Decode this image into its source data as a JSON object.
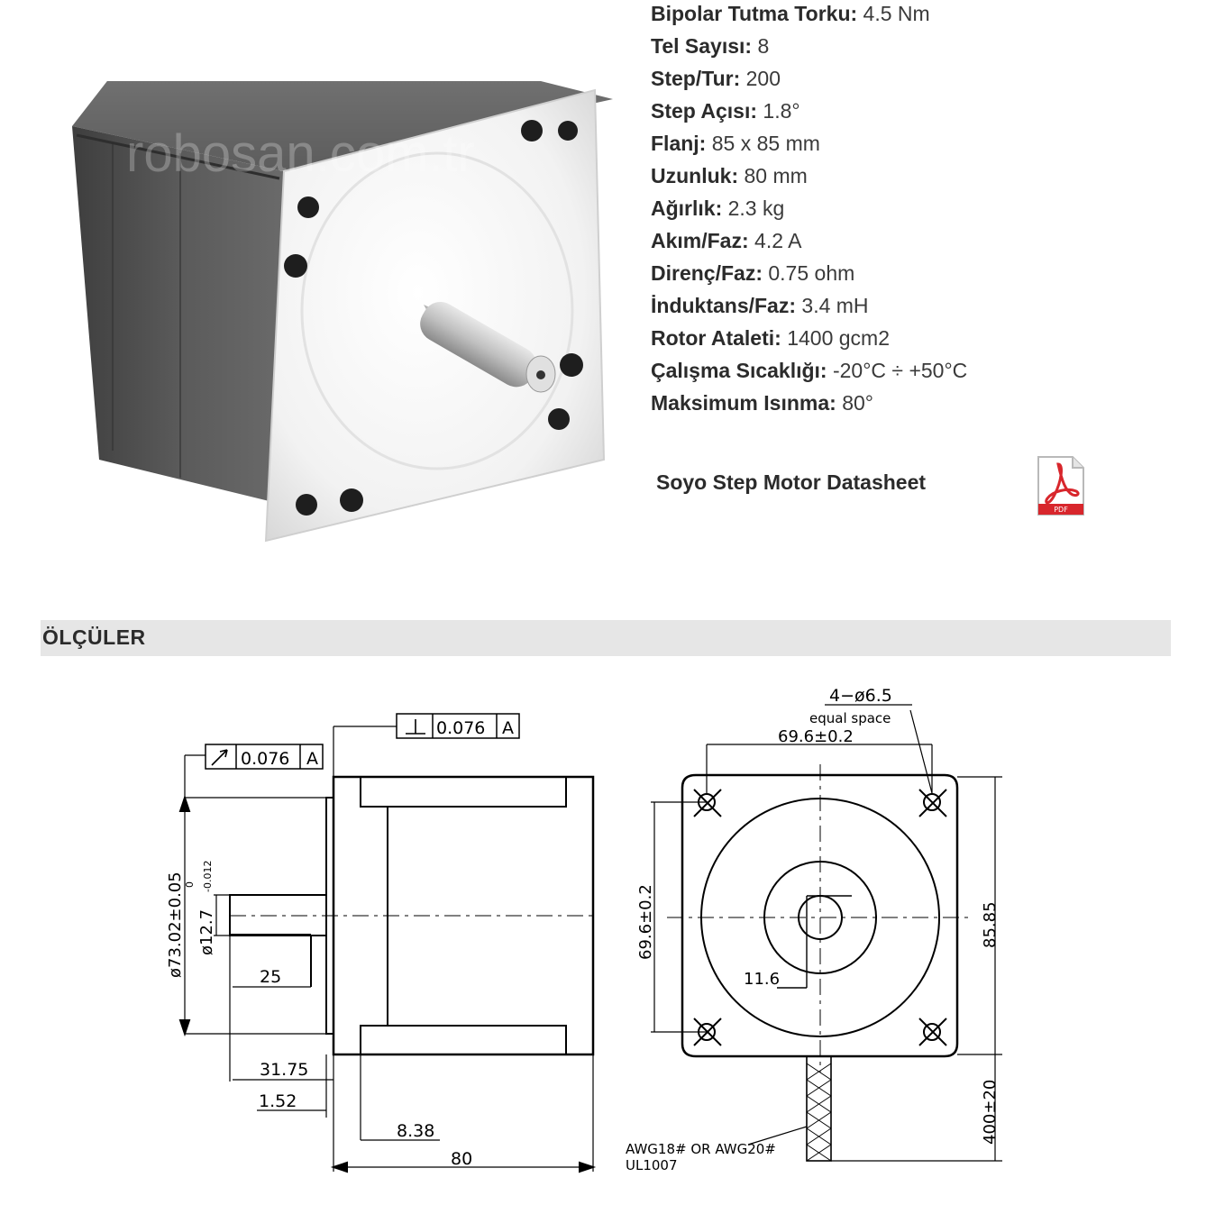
{
  "specs": [
    {
      "label": "Bipolar Tutma Torku:",
      "value": "4.5 Nm"
    },
    {
      "label": "Tel Sayısı:",
      "value": "8"
    },
    {
      "label": "Step/Tur:",
      "value": "200"
    },
    {
      "label": "Step Açısı:",
      "value": "1.8°"
    },
    {
      "label": "Flanj:",
      "value": "85 x 85 mm"
    },
    {
      "label": "Uzunluk:",
      "value": "80 mm"
    },
    {
      "label": "Ağırlık:",
      "value": "2.3 kg"
    },
    {
      "label": "Akım/Faz:",
      "value": "4.2 A"
    },
    {
      "label": "Direnç/Faz:",
      "value": "0.75 ohm"
    },
    {
      "label": "İnduktans/Faz:",
      "value": "3.4 mH"
    },
    {
      "label": "Rotor Ataleti:",
      "value": "1400 gcm2"
    },
    {
      "label": "Çalışma Sıcaklığı:",
      "value": "-20°C ÷ +50°C"
    },
    {
      "label": "Maksimum Isınma:",
      "value": "80°"
    }
  ],
  "photo": {
    "watermark": "robosan.com.tr"
  },
  "datasheet": {
    "label": "Soyo Step Motor Datasheet",
    "icon": "pdf-file-icon",
    "icon_text": "PDF"
  },
  "section": {
    "title": "ÖLÇÜLER"
  },
  "drawing": {
    "tol_runout": "0.076",
    "tol_perp": "0.076",
    "datum": "A",
    "dia_body": "ø73.02±0.05",
    "dia_shaft": "ø12.7",
    "dia_shaft_tol_upper": "0",
    "dia_shaft_tol_lower": "-0.012",
    "shaft_len": "25",
    "len_3175": "31.75",
    "len_152": "1.52",
    "len_838": "8.38",
    "len_80": "80",
    "holes": "4−ø6.5",
    "equal_space": "equal space",
    "hole_spacing_h": "69.6±0.2",
    "hole_spacing_v": "69.6±0.2",
    "flat": "11.6",
    "flange": "85.85",
    "lead_len": "400±20",
    "wire_1": "AWG18# OR AWG20#",
    "wire_2": "UL1007"
  }
}
